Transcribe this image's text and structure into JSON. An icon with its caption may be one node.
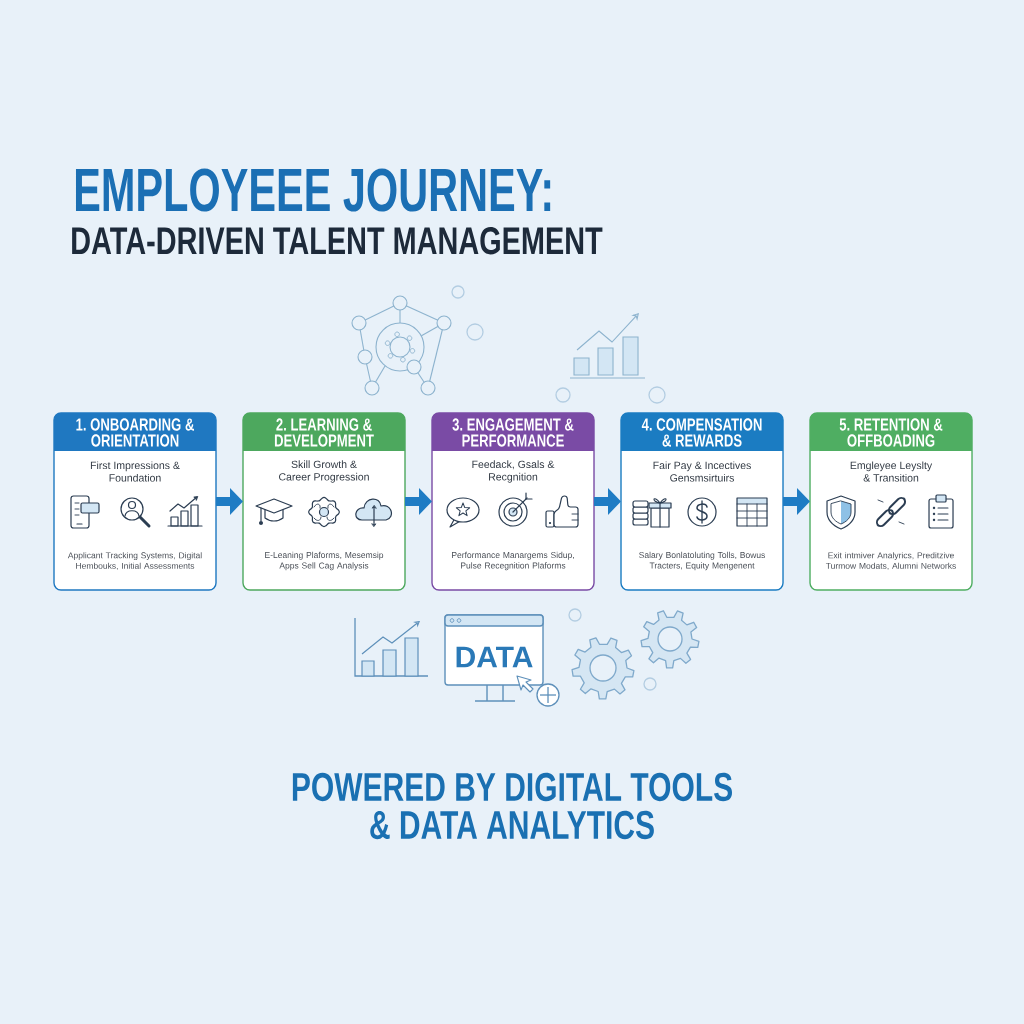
{
  "diagram": {
    "title": "EMPLOYEEE JOURNEY:",
    "caption": "POWERED BY DIGITAL TOOLS & DATA ANALYTICS",
    "nodes": [
      {
        "text": [
          "1. ONBOARDING & ORIENTATION",
          "First Impressions & Foundation",
          "Applicant Tracking Systems, Digital Hembouks, Initial Assessments"
        ]
      },
      {
        "text": [
          "2. LEARNING & DEVELOPMENT",
          "Skill Growth & Career Progression",
          "E-Leaning Plaforms, Mesemsip Apps Sell Cag Analysis"
        ]
      },
      {
        "text": [
          "3. ENGAGEMENT & PERFORMANCE",
          "Feedack, Gsals & Recgnition",
          "Performance Manargems Sidup, Pulse Recegnition Plaforms"
        ]
      },
      {
        "text": [
          "4. COMPENSATION & REWARDS",
          "Fair Pay & Incectives Gensmsirtuirs",
          "Salary Bonlatoluting Tolls, Bowus Tracters, Equity Mengenent"
        ]
      },
      {
        "text": [
          "5. RETENTION & OFFBOADING",
          "Emgleyee Leyslty & Transition",
          "Exit intmiver Analyrics, Preditzive Turmow Modats, Alumni Networks"
        ]
      }
    ],
    "edges": [
      {
        "from": 0,
        "to": 1,
        "arrow": "to"
      },
      {
        "from": 1,
        "to": 2,
        "arrow": "to"
      },
      {
        "from": 2,
        "to": 3,
        "arrow": "to"
      },
      {
        "from": 3,
        "to": 4,
        "arrow": "to"
      }
    ],
    "labels": [
      "DATA-DRIVEN TALENT MANAGEMENT",
      "DATA"
    ]
  }
}
